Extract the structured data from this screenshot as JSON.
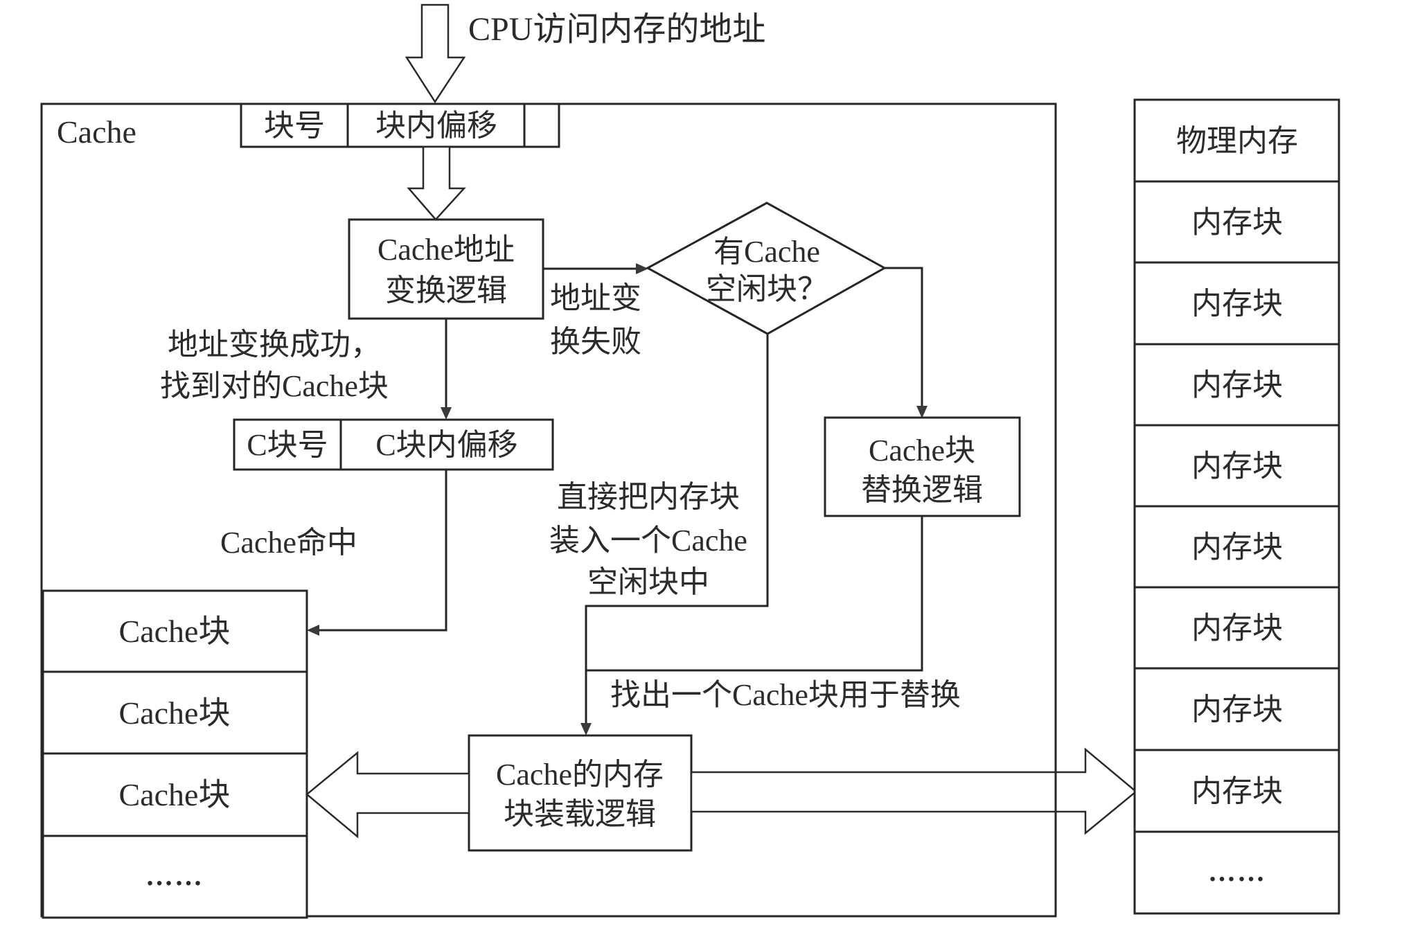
{
  "diagram": {
    "input_label": "CPU访问内存的地址",
    "cache_title": "Cache",
    "address_fields": {
      "block_number": "块号",
      "block_offset": "块内偏移"
    },
    "address_logic": {
      "line1": "Cache地址",
      "line2": "变换逻辑"
    },
    "translate_fail": {
      "line1": "地址变",
      "line2": "换失败"
    },
    "free_block_decision": {
      "line1": "有Cache",
      "line2": "空闲块？"
    },
    "translate_success": {
      "line1": "地址变换成功，",
      "line2": "找到对的Cache块"
    },
    "cache_address_fields": {
      "block_number": "C块号",
      "block_offset": "C块内偏移"
    },
    "cache_hit_label": "Cache命中",
    "load_free_label": {
      "line1": "直接把内存块",
      "line2": "装入一个Cache",
      "line3": "空闲块中"
    },
    "replacement_logic": {
      "line1": "Cache块",
      "line2": "替换逻辑"
    },
    "replacement_label": "找出一个Cache块用于替换",
    "load_logic": {
      "line1": "Cache的内存",
      "line2": "块装载逻辑"
    },
    "cache_blocks": [
      "Cache块",
      "Cache块",
      "Cache块",
      "……"
    ],
    "physical_memory": {
      "title": "物理内存",
      "blocks": [
        "内存块",
        "内存块",
        "内存块",
        "内存块",
        "内存块",
        "内存块",
        "内存块",
        "内存块",
        "……"
      ]
    }
  }
}
